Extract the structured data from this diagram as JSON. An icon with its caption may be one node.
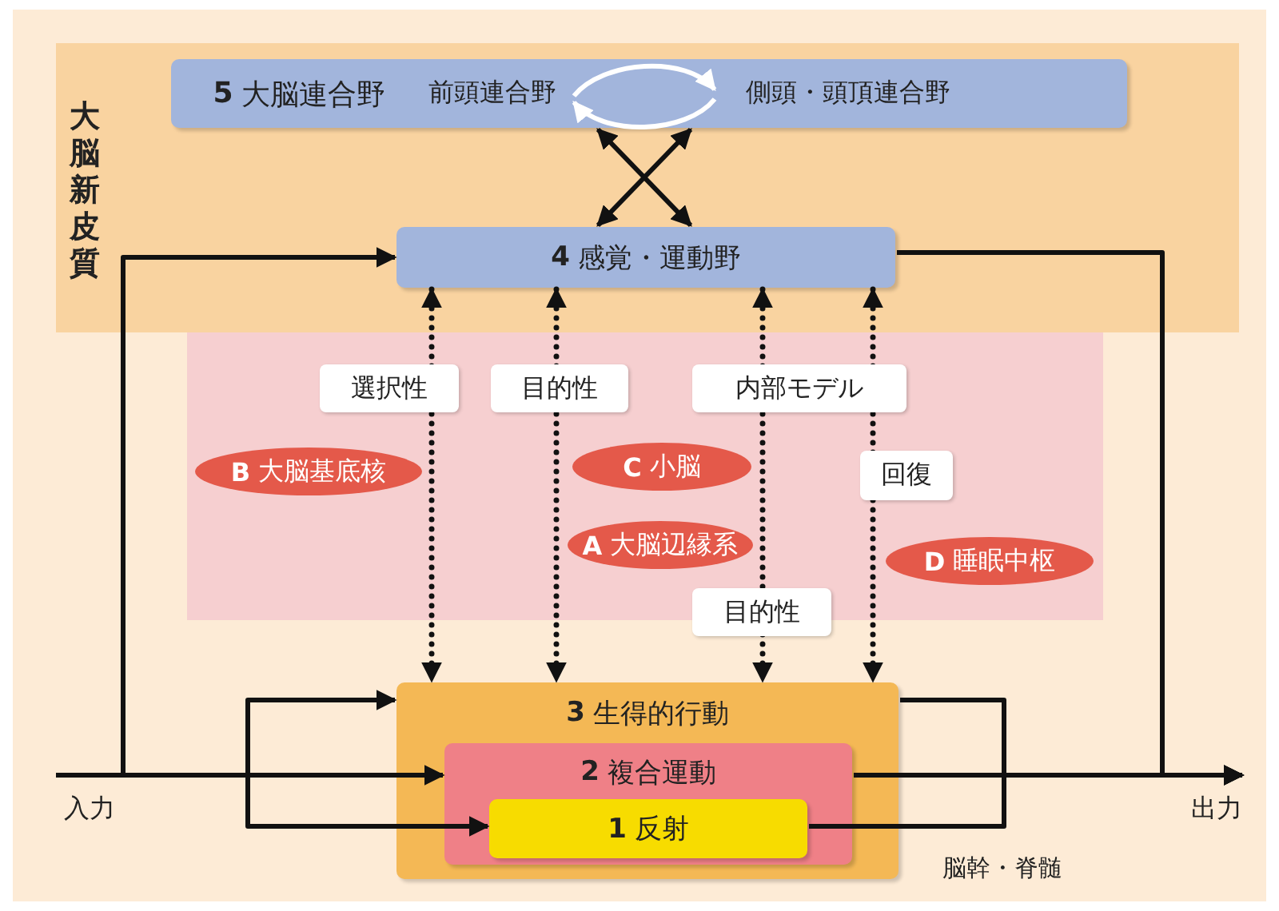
{
  "diagram": {
    "nodes": [
      {
        "text": [
          "大脳新皮質"
        ]
      },
      {
        "text": [
          "**5**大脳連合野"
        ],
        "in": 0
      },
      {
        "text": [
          "前頭連合野"
        ],
        "in": 1
      },
      {
        "text": [
          "側頭・頭頂連合野"
        ],
        "in": 1
      },
      {
        "text": [
          "**4**感覚・運動野"
        ],
        "in": 0
      },
      {
        "text": [],
        "shape": "box"
      },
      {
        "text": [
          "**B**大脳基底核"
        ],
        "in": 5
      },
      {
        "text": [
          "**C**小脳"
        ],
        "in": 5
      },
      {
        "text": [
          "**A**大脳辺縁系"
        ],
        "in": 5
      },
      {
        "text": [
          "**D**睡眠中枢"
        ],
        "in": 5
      },
      {
        "text": [
          "**3**生得的行動"
        ],
        "beside": [
          "脳幹・脊髄"
        ]
      },
      {
        "text": [
          "**2**複合運動"
        ],
        "in": 10
      },
      {
        "text": [
          "**1**反射"
        ],
        "in": 11
      },
      {
        "text": [
          "入力"
        ]
      },
      {
        "text": [
          "出力"
        ]
      }
    ],
    "edges": [
      {
        "from": 1,
        "to": 4,
        "arrow": "both"
      },
      {
        "from": 1,
        "to": 4,
        "arrow": "both"
      },
      {
        "from": 2,
        "to": 3,
        "arrow": "to",
        "color": "#ffffff"
      },
      {
        "from": 3,
        "to": 2,
        "arrow": "to",
        "color": "#ffffff"
      },
      {
        "from": 4,
        "to": 10,
        "arrow": "both",
        "style": "dashed",
        "label": "選択性"
      },
      {
        "from": 4,
        "to": 10,
        "arrow": "both",
        "style": "dashed",
        "label": "目的性"
      },
      {
        "from": 4,
        "to": 10,
        "arrow": "both",
        "style": "dashed",
        "label": "内部モデル"
      },
      {
        "from": 4,
        "to": 10,
        "arrow": "both",
        "style": "dashed",
        "label": "回復"
      },
      {
        "from": 13,
        "to": 11,
        "arrow": "to"
      },
      {
        "from": 13,
        "to": 4,
        "arrow": "to"
      },
      {
        "from": 13,
        "to": 10,
        "arrow": "to"
      },
      {
        "from": 13,
        "to": 12,
        "arrow": "to"
      },
      {
        "from": 4,
        "to": 14,
        "arrow": "to"
      },
      {
        "from": 10,
        "to": 14,
        "arrow": "to"
      },
      {
        "from": 11,
        "to": 14,
        "arrow": "to"
      },
      {
        "from": 12,
        "to": 14,
        "arrow": "to"
      }
    ],
    "labels": [
      "目的性"
    ]
  }
}
